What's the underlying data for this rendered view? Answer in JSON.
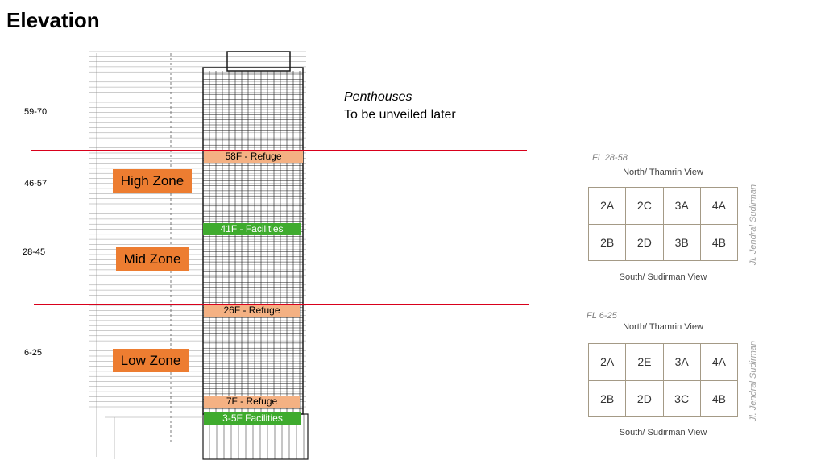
{
  "title": "Elevation",
  "floor_ranges": [
    "59-70",
    "46-57",
    "28-45",
    "6-25"
  ],
  "zones": [
    "High Zone",
    "Mid Zone",
    "Low Zone"
  ],
  "tags": {
    "refuge_58": "58F - Refuge",
    "facilities_41": "41F - Facilities",
    "refuge_26": "26F - Refuge",
    "refuge_7": "7F - Refuge",
    "facilities_3_5": "3-5F Facilities"
  },
  "penthouse": {
    "heading": "Penthouses",
    "note": "To be unveiled later"
  },
  "plans": [
    {
      "floors": "FL 28-58",
      "north": "North/ Thamrin View",
      "south": "South/ Sudirman View",
      "street": "Jl. Jendral Sudirman",
      "units": [
        "2A",
        "2C",
        "3A",
        "4A",
        "2B",
        "2D",
        "3B",
        "4B"
      ]
    },
    {
      "floors": "FL 6-25",
      "north": "North/ Thamrin View",
      "south": "South/ Sudirman View",
      "street": "Jl. Jendral Sudirman",
      "units": [
        "2A",
        "2E",
        "3A",
        "4A",
        "2B",
        "2D",
        "3C",
        "4B"
      ]
    }
  ],
  "colors": {
    "zone": "#ed7d31",
    "refuge": "#f4b183",
    "facilities": "#3fab2e",
    "divider": "#d9001b"
  }
}
